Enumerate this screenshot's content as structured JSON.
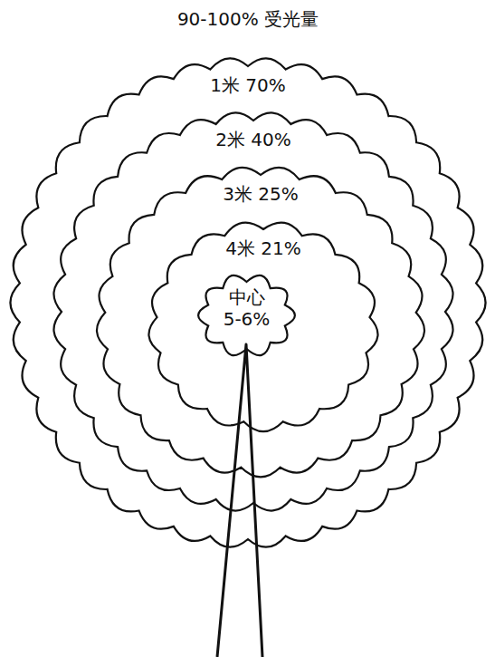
{
  "diagram": {
    "nodes": [
      {
        "text": [
          "1米 70%"
        ]
      },
      {
        "text": [
          "2米 40%"
        ],
        "in": 0
      },
      {
        "text": [
          "3米 25%"
        ],
        "in": 1
      },
      {
        "text": [
          "4米 21%"
        ],
        "in": 2
      },
      {
        "text": [
          "中心 5-6%"
        ],
        "in": 3
      }
    ],
    "labels": [
      "90-100% 受光量"
    ]
  }
}
